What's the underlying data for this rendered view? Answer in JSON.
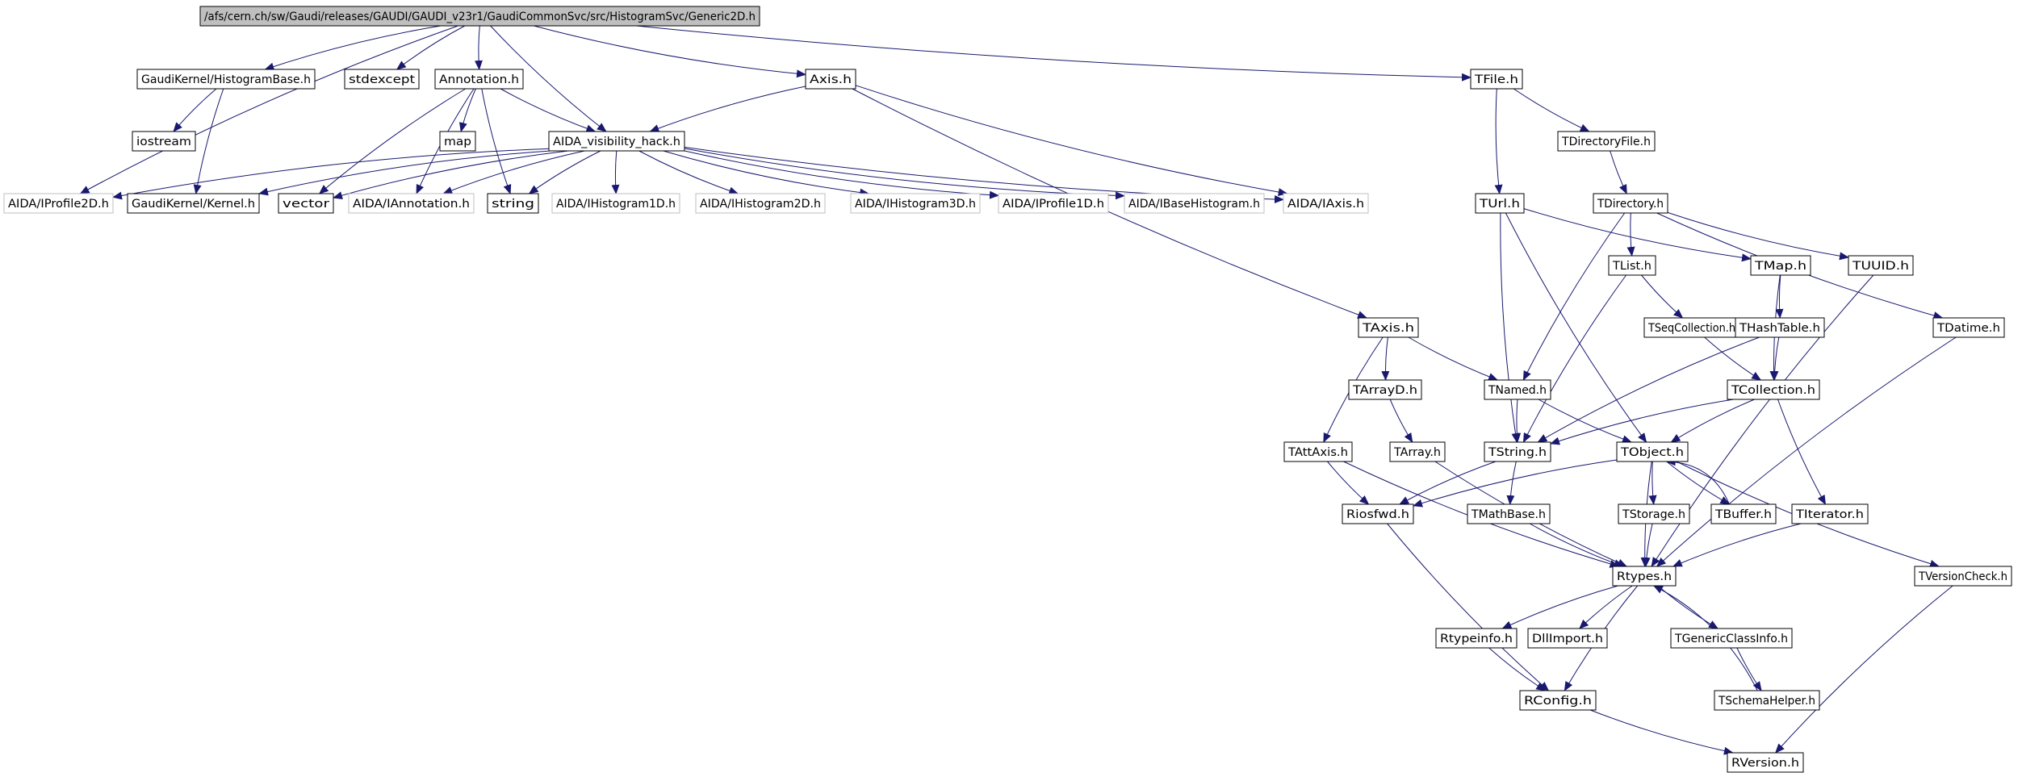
{
  "graph": {
    "colors": {
      "edge": "#191970",
      "box_border": "#000000",
      "box_border_external": "#bfbfbf",
      "root_fill": "#bfbfbf",
      "text": "#000000"
    },
    "nodes": [
      {
        "id": "root",
        "label": "/afs/cern.ch/sw/Gaudi/releases/GAUDI/GAUDI_v23r1/GaudiCommonSvc/src/HistogramSvc/Generic2D.h",
        "style": "root"
      },
      {
        "id": "HistogramBase",
        "label": "GaudiKernel/HistogramBase.h",
        "style": "normal"
      },
      {
        "id": "stdexcept",
        "label": "stdexcept",
        "style": "normal"
      },
      {
        "id": "Annotation",
        "label": "Annotation.h",
        "style": "normal"
      },
      {
        "id": "Axis",
        "label": "Axis.h",
        "style": "normal"
      },
      {
        "id": "TFile",
        "label": "TFile.h",
        "style": "normal"
      },
      {
        "id": "iostream",
        "label": "iostream",
        "style": "normal"
      },
      {
        "id": "map",
        "label": "map",
        "style": "normal"
      },
      {
        "id": "AIDAvis",
        "label": "AIDA_visibility_hack.h",
        "style": "normal"
      },
      {
        "id": "TDirectoryFile",
        "label": "TDirectoryFile.h",
        "style": "normal"
      },
      {
        "id": "IProfile2D",
        "label": "AIDA/IProfile2D.h",
        "style": "external"
      },
      {
        "id": "Kernel",
        "label": "GaudiKernel/Kernel.h",
        "style": "normal"
      },
      {
        "id": "vector",
        "label": "vector",
        "style": "normal"
      },
      {
        "id": "IAnnotation",
        "label": "AIDA/IAnnotation.h",
        "style": "external"
      },
      {
        "id": "string",
        "label": "string",
        "style": "normal"
      },
      {
        "id": "IHistogram1D",
        "label": "AIDA/IHistogram1D.h",
        "style": "external"
      },
      {
        "id": "IHistogram2D",
        "label": "AIDA/IHistogram2D.h",
        "style": "external"
      },
      {
        "id": "IHistogram3D",
        "label": "AIDA/IHistogram3D.h",
        "style": "external"
      },
      {
        "id": "IProfile1D",
        "label": "AIDA/IProfile1D.h",
        "style": "external"
      },
      {
        "id": "IBaseHistogram",
        "label": "AIDA/IBaseHistogram.h",
        "style": "external"
      },
      {
        "id": "IAxis",
        "label": "AIDA/IAxis.h",
        "style": "external"
      },
      {
        "id": "TUrl",
        "label": "TUrl.h",
        "style": "normal"
      },
      {
        "id": "TDirectory",
        "label": "TDirectory.h",
        "style": "normal"
      },
      {
        "id": "TList",
        "label": "TList.h",
        "style": "normal"
      },
      {
        "id": "TMap",
        "label": "TMap.h",
        "style": "normal"
      },
      {
        "id": "TUUID",
        "label": "TUUID.h",
        "style": "normal"
      },
      {
        "id": "TAxis",
        "label": "TAxis.h",
        "style": "normal"
      },
      {
        "id": "TSeqCollection",
        "label": "TSeqCollection.h",
        "style": "normal"
      },
      {
        "id": "THashTable",
        "label": "THashTable.h",
        "style": "normal"
      },
      {
        "id": "TDatime",
        "label": "TDatime.h",
        "style": "normal"
      },
      {
        "id": "TArrayD",
        "label": "TArrayD.h",
        "style": "normal"
      },
      {
        "id": "TNamed",
        "label": "TNamed.h",
        "style": "normal"
      },
      {
        "id": "TCollection",
        "label": "TCollection.h",
        "style": "normal"
      },
      {
        "id": "TAttAxis",
        "label": "TAttAxis.h",
        "style": "normal"
      },
      {
        "id": "TArray",
        "label": "TArray.h",
        "style": "normal"
      },
      {
        "id": "TString",
        "label": "TString.h",
        "style": "normal"
      },
      {
        "id": "TObject",
        "label": "TObject.h",
        "style": "normal"
      },
      {
        "id": "Riosfwd",
        "label": "Riosfwd.h",
        "style": "normal"
      },
      {
        "id": "TMathBase",
        "label": "TMathBase.h",
        "style": "normal"
      },
      {
        "id": "TStorage",
        "label": "TStorage.h",
        "style": "normal"
      },
      {
        "id": "TBuffer",
        "label": "TBuffer.h",
        "style": "normal"
      },
      {
        "id": "TIterator",
        "label": "TIterator.h",
        "style": "normal"
      },
      {
        "id": "Rtypes",
        "label": "Rtypes.h",
        "style": "normal"
      },
      {
        "id": "TVersionCheck",
        "label": "TVersionCheck.h",
        "style": "normal"
      },
      {
        "id": "Rtypeinfo",
        "label": "Rtypeinfo.h",
        "style": "normal"
      },
      {
        "id": "DllImport",
        "label": "DllImport.h",
        "style": "normal"
      },
      {
        "id": "TGenericClassInfo",
        "label": "TGenericClassInfo.h",
        "style": "normal"
      },
      {
        "id": "RConfig",
        "label": "RConfig.h",
        "style": "normal"
      },
      {
        "id": "TSchemaHelper",
        "label": "TSchemaHelper.h",
        "style": "normal"
      },
      {
        "id": "RVersion",
        "label": "RVersion.h",
        "style": "normal"
      }
    ],
    "edges": [
      [
        "root",
        "IProfile2D"
      ],
      [
        "root",
        "HistogramBase"
      ],
      [
        "root",
        "stdexcept"
      ],
      [
        "root",
        "Annotation"
      ],
      [
        "root",
        "AIDAvis"
      ],
      [
        "root",
        "Axis"
      ],
      [
        "root",
        "TFile"
      ],
      [
        "HistogramBase",
        "iostream"
      ],
      [
        "HistogramBase",
        "Kernel"
      ],
      [
        "Annotation",
        "map"
      ],
      [
        "Annotation",
        "AIDAvis"
      ],
      [
        "Annotation",
        "vector"
      ],
      [
        "Annotation",
        "IAnnotation"
      ],
      [
        "Annotation",
        "string"
      ],
      [
        "Axis",
        "AIDAvis"
      ],
      [
        "Axis",
        "IAxis"
      ],
      [
        "Axis",
        "TAxis"
      ],
      [
        "AIDAvis",
        "IProfile2D"
      ],
      [
        "AIDAvis",
        "Kernel"
      ],
      [
        "AIDAvis",
        "vector"
      ],
      [
        "AIDAvis",
        "IAnnotation"
      ],
      [
        "AIDAvis",
        "string"
      ],
      [
        "AIDAvis",
        "IHistogram1D"
      ],
      [
        "AIDAvis",
        "IHistogram2D"
      ],
      [
        "AIDAvis",
        "IHistogram3D"
      ],
      [
        "AIDAvis",
        "IProfile1D"
      ],
      [
        "AIDAvis",
        "IBaseHistogram"
      ],
      [
        "AIDAvis",
        "IAxis"
      ],
      [
        "TFile",
        "TDirectoryFile"
      ],
      [
        "TFile",
        "TUrl"
      ],
      [
        "TDirectoryFile",
        "TDirectory"
      ],
      [
        "TUrl",
        "TMap"
      ],
      [
        "TUrl",
        "TString"
      ],
      [
        "TUrl",
        "TObject"
      ],
      [
        "TDirectory",
        "TList"
      ],
      [
        "TDirectory",
        "TUUID"
      ],
      [
        "TDirectory",
        "TDatime"
      ],
      [
        "TDirectory",
        "TNamed"
      ],
      [
        "TList",
        "TSeqCollection"
      ],
      [
        "TList",
        "TString"
      ],
      [
        "TMap",
        "THashTable"
      ],
      [
        "TMap",
        "TCollection"
      ],
      [
        "THashTable",
        "TCollection"
      ],
      [
        "THashTable",
        "TString"
      ],
      [
        "TSeqCollection",
        "TCollection"
      ],
      [
        "TAxis",
        "TArrayD"
      ],
      [
        "TAxis",
        "TNamed"
      ],
      [
        "TAxis",
        "TAttAxis"
      ],
      [
        "TArrayD",
        "TArray"
      ],
      [
        "TNamed",
        "TString"
      ],
      [
        "TNamed",
        "TObject"
      ],
      [
        "TCollection",
        "TString"
      ],
      [
        "TCollection",
        "TObject"
      ],
      [
        "TCollection",
        "TIterator"
      ],
      [
        "TAttAxis",
        "Riosfwd"
      ],
      [
        "TAttAxis",
        "Rtypes"
      ],
      [
        "TArray",
        "Rtypes"
      ],
      [
        "TString",
        "Riosfwd"
      ],
      [
        "TString",
        "TMathBase"
      ],
      [
        "TObject",
        "Riosfwd"
      ],
      [
        "TObject",
        "TStorage"
      ],
      [
        "TObject",
        "TBuffer"
      ],
      [
        "TObject",
        "Rtypes"
      ],
      [
        "TObject",
        "TVersionCheck"
      ],
      [
        "TBuffer",
        "TObject"
      ],
      [
        "Riosfwd",
        "RConfig"
      ],
      [
        "TMathBase",
        "Rtypes"
      ],
      [
        "TStorage",
        "Rtypes"
      ],
      [
        "TIterator",
        "Rtypes"
      ],
      [
        "TUUID",
        "Rtypes"
      ],
      [
        "TDatime",
        "Rtypes"
      ],
      [
        "Rtypes",
        "Rtypeinfo"
      ],
      [
        "Rtypes",
        "DllImport"
      ],
      [
        "Rtypes",
        "TGenericClassInfo"
      ],
      [
        "Rtypes",
        "RConfig"
      ],
      [
        "Rtypeinfo",
        "RConfig"
      ],
      [
        "TGenericClassInfo",
        "TSchemaHelper"
      ],
      [
        "TSchemaHelper",
        "Rtypes"
      ],
      [
        "RConfig",
        "RVersion"
      ],
      [
        "TVersionCheck",
        "RVersion"
      ]
    ]
  }
}
